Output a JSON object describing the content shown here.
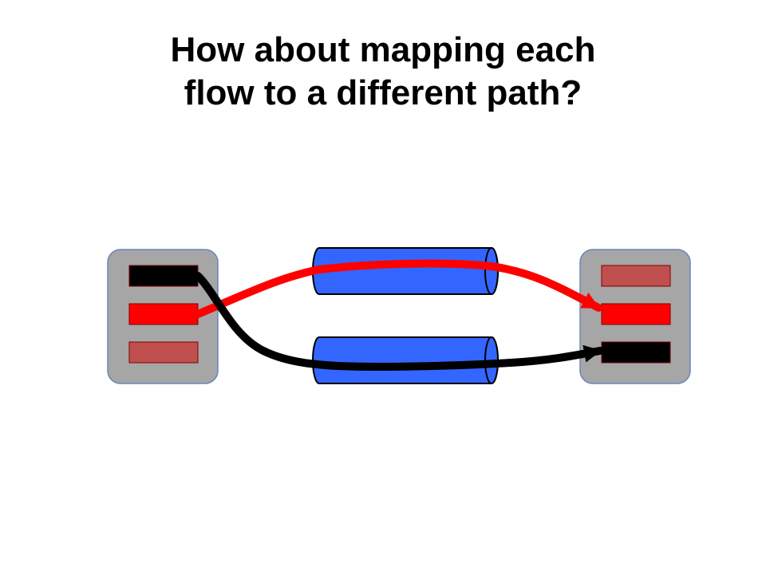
{
  "title": {
    "line1": "How about mapping each",
    "line2": "flow to a different path?"
  },
  "colors": {
    "background": "#ffffff",
    "host_box": "#a6a6a6",
    "host_box_border": "#6b86b8",
    "tunnel_fill": "#3366ff",
    "tunnel_stroke": "#000000",
    "flow_black": "#000000",
    "flow_red": "#ff0000",
    "flow_idle": "#c0504d"
  },
  "diagram": {
    "source_host": {
      "slots": [
        "black",
        "red",
        "idle"
      ]
    },
    "destination_host": {
      "slots": [
        "idle",
        "red",
        "black"
      ]
    },
    "paths": [
      {
        "name": "upper-path",
        "flow": "red"
      },
      {
        "name": "lower-path",
        "flow": "black"
      }
    ]
  }
}
